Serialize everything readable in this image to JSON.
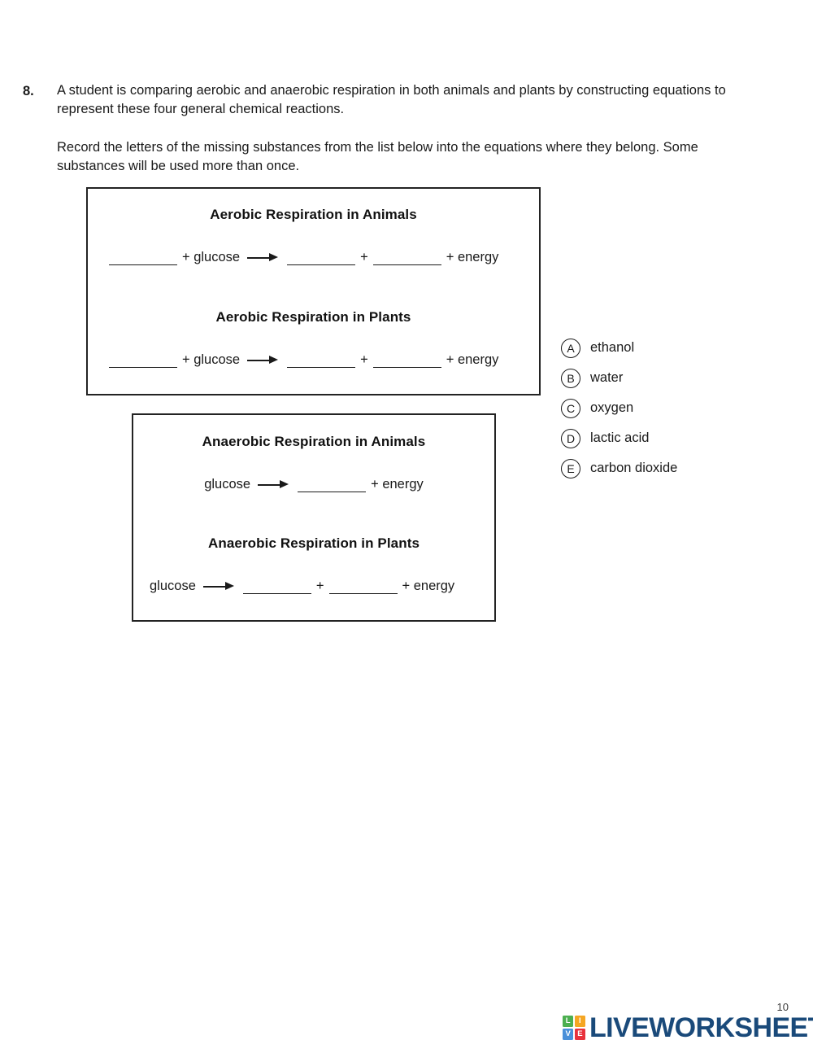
{
  "question": {
    "number": "8.",
    "paragraph_1": "A student is comparing aerobic and anaerobic respiration in both animals and plants by constructing equations to represent these four general chemical reactions.",
    "paragraph_2": "Record the letters of the missing substances from the list below into the equations where they belong. Some substances will be used more than once."
  },
  "boxes": {
    "aerobic": {
      "animals": {
        "heading": "Aerobic Respiration in Animals",
        "reactant_plus": "+ glucose",
        "product_plus_1": "+",
        "product_plus_2": "+ energy",
        "arrow_icon": "right-arrow-icon"
      },
      "plants": {
        "heading": "Aerobic Respiration in Plants",
        "reactant_plus": "+ glucose",
        "product_plus_1": "+",
        "product_plus_2": "+ energy",
        "arrow_icon": "right-arrow-icon"
      }
    },
    "anaerobic": {
      "animals": {
        "heading": "Anaerobic Respiration in Animals",
        "reactant": "glucose",
        "product_plus_2": "+ energy",
        "arrow_icon": "right-arrow-icon"
      },
      "plants": {
        "heading": "Anaerobic Respiration in Plants",
        "reactant": "glucose",
        "product_plus_1": "+",
        "product_plus_2": "+ energy",
        "arrow_icon": "right-arrow-icon"
      }
    }
  },
  "options": [
    {
      "letter": "A",
      "label": "ethanol"
    },
    {
      "letter": "B",
      "label": "water"
    },
    {
      "letter": "C",
      "label": "oxygen"
    },
    {
      "letter": "D",
      "label": "lactic acid"
    },
    {
      "letter": "E",
      "label": "carbon dioxide"
    }
  ],
  "footer": {
    "page_number": "10",
    "brand_word": "LIVEWORKSHEETS",
    "brand_cells": [
      {
        "letter": "L",
        "color": "#4caf50"
      },
      {
        "letter": "I",
        "color": "#f5a623"
      },
      {
        "letter": "V",
        "color": "#4a90d9"
      },
      {
        "letter": "E",
        "color": "#e8323c"
      }
    ],
    "brand_text_color": "#1a4a7a"
  }
}
